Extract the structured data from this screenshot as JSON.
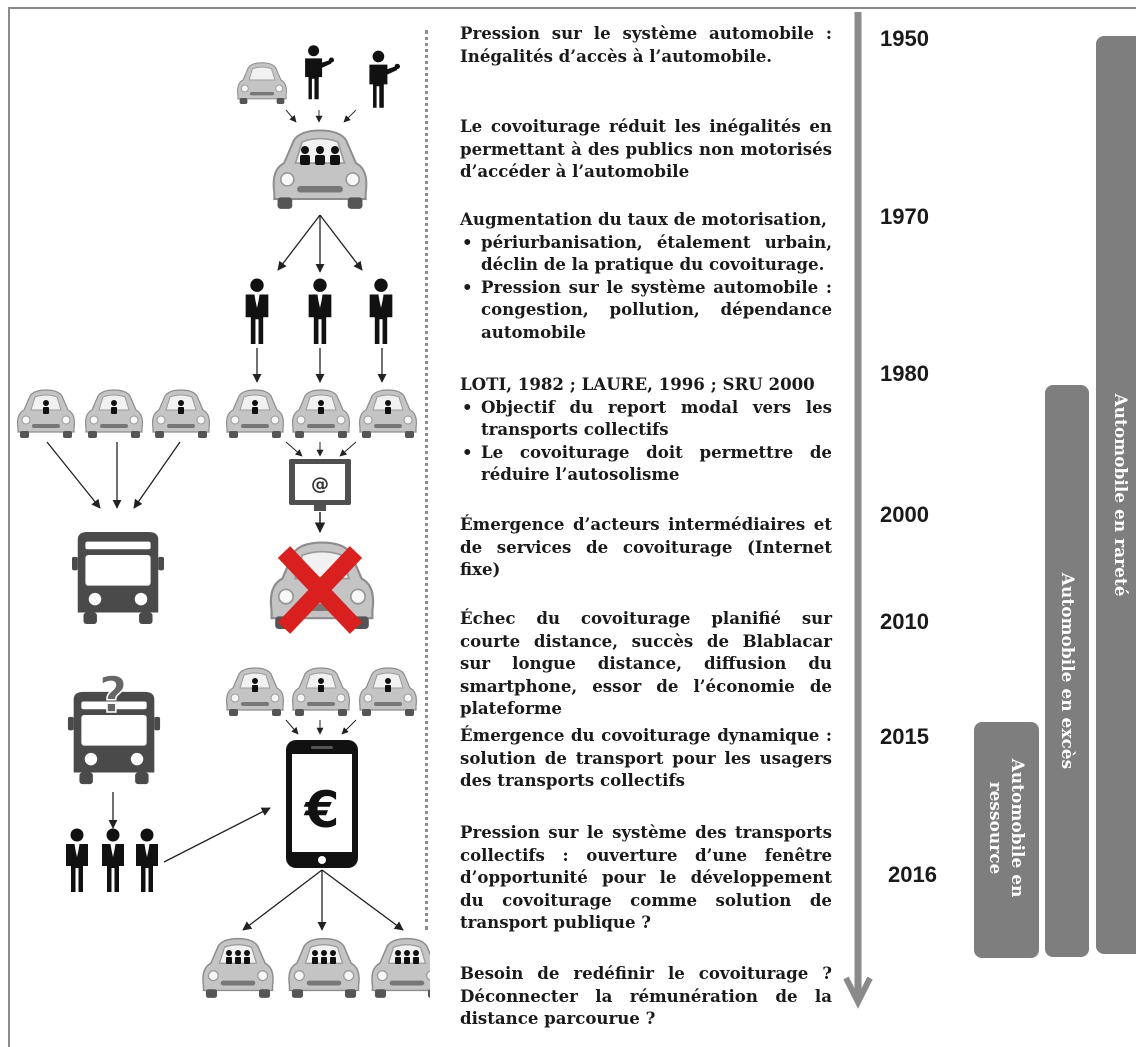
{
  "timeline": {
    "years": [
      "1950",
      "1970",
      "1980",
      "2000",
      "2010",
      "2015",
      "2016"
    ],
    "arrow": "down-arrow-icon"
  },
  "text_blocks": {
    "b1": "Pression sur le système automobile : Inégalités d’accès à l’automobile.",
    "b2": "Le covoiturage réduit les inégalités en permettant à des publics non motorisés d’accéder à l’automobile",
    "b3": {
      "lead": "Augmentation du taux de motorisation,",
      "bullets": [
        "périurbanisation, étalement urbain, déclin de la pratique du covoiturage.",
        "Pression sur le système automobile : congestion, pollution, dépendance automobile"
      ]
    },
    "b4": {
      "lead": "LOTI, 1982 ; LAURE, 1996 ; SRU 2000",
      "bullets": [
        "Objectif du report modal vers les transports collectifs",
        "Le covoiturage doit permettre de réduire l’autosolisme"
      ]
    },
    "b5": "Émergence d’acteurs intermédiaires et de services de covoiturage (Internet fixe)",
    "b6": "Échec du covoiturage planifié sur courte distance, succès de Blablacar sur longue distance, diffusion du smartphone, essor de l’économie de plateforme",
    "b7": "Émergence du covoiturage dynamique : solution de transport pour les usagers des transports collectifs",
    "b8": "Pression sur le système des transports collectifs : ouverture d’une fenêtre d’opportunité pour le développement du covoiturage comme solution de transport publique ?",
    "b9": "Besoin de redéfinir le covoiturage ? Déconnecter la rémunération de la distance parcourue ?"
  },
  "phases": {
    "rarete": "Automobile en rareté",
    "exces": "Automobile en excès",
    "ressource_line1": "Automobile en",
    "ressource_line2": "ressource"
  },
  "icons": {
    "monitor_symbol": "@",
    "phone_symbol": "€",
    "bus_symbol": "?",
    "colors": {
      "bar": "#7e7e7e",
      "cross": "#d9201f",
      "car": "#bdbdbd",
      "person": "#111111"
    }
  }
}
